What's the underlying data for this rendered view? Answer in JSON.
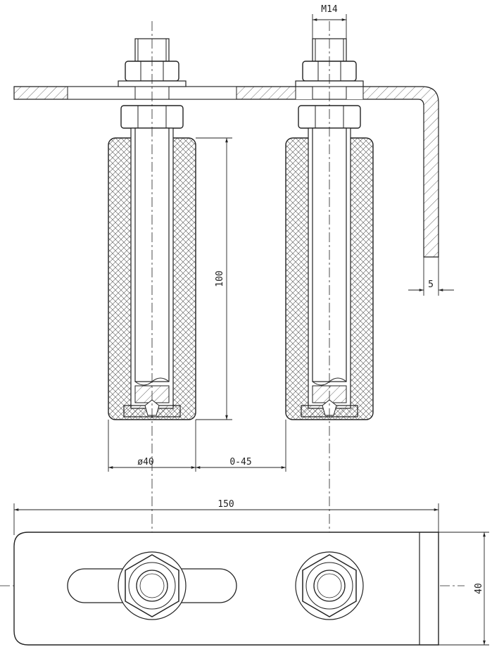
{
  "drawing": {
    "dimensions": {
      "thread": "M14",
      "thickness": "5",
      "roller_length": "100",
      "roller_diameter": "ø40",
      "gap_range": "0-45",
      "plate_length": "150",
      "plate_width": "40"
    }
  }
}
